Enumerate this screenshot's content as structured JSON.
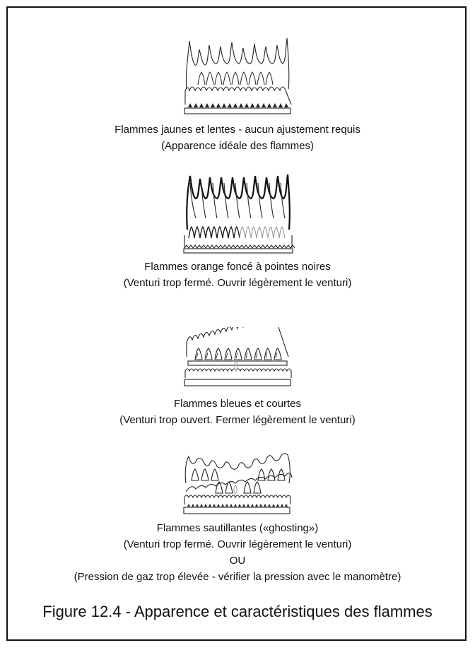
{
  "panels": [
    {
      "caption": "Flammes jaunes et lentes - aucun ajustement requis",
      "detail": "(Apparence idéale des flammes)",
      "icon": "slow-yellow-flames-icon"
    },
    {
      "caption": "Flammes orange foncé à pointes noires",
      "detail": "(Venturi trop fermé. Ouvrir légèrement le venturi)",
      "icon": "dark-orange-black-tip-flames-icon"
    },
    {
      "caption": "Flammes bleues et courtes",
      "detail": "(Venturi trop ouvert. Fermer légèrement le venturi)",
      "icon": "short-blue-flames-icon"
    },
    {
      "caption": "Flammes sautillantes («ghosting»)",
      "detail": "(Venturi trop fermé. Ouvrir légèrement le venturi)",
      "or": "OU",
      "detail2": "(Pression de gaz trop élevée - vérifier la pression avec le manomètre)",
      "icon": "ghosting-flames-icon"
    }
  ],
  "figure_caption": "Figure 12.4 - Apparence et caractéristiques des flammes"
}
